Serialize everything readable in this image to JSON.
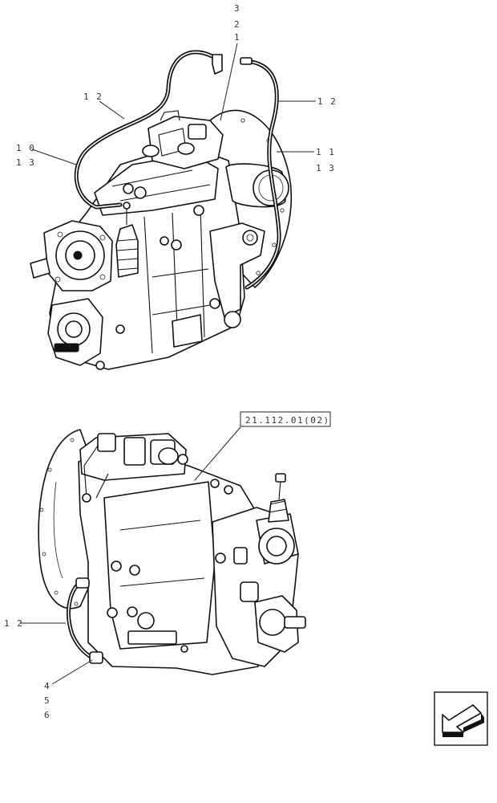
{
  "figure": {
    "upper_view": {
      "callouts": [
        {
          "id": "c3",
          "text": "3"
        },
        {
          "id": "c2",
          "text": "2"
        },
        {
          "id": "c1",
          "text": "1"
        },
        {
          "id": "c12a",
          "text": "1 2"
        },
        {
          "id": "c12b",
          "text": "1 2"
        },
        {
          "id": "c10",
          "text": "1 0"
        },
        {
          "id": "c13a",
          "text": "1 3"
        },
        {
          "id": "c11",
          "text": "1 1"
        },
        {
          "id": "c13b",
          "text": "1 3"
        }
      ]
    },
    "lower_view": {
      "reference": "21.112.01(02)",
      "callouts": [
        {
          "id": "c12c",
          "text": "1 2"
        },
        {
          "id": "c4",
          "text": "4"
        },
        {
          "id": "c5",
          "text": "5"
        },
        {
          "id": "c6",
          "text": "6"
        }
      ]
    },
    "nav_icon": "previous-page-arrow-icon"
  }
}
